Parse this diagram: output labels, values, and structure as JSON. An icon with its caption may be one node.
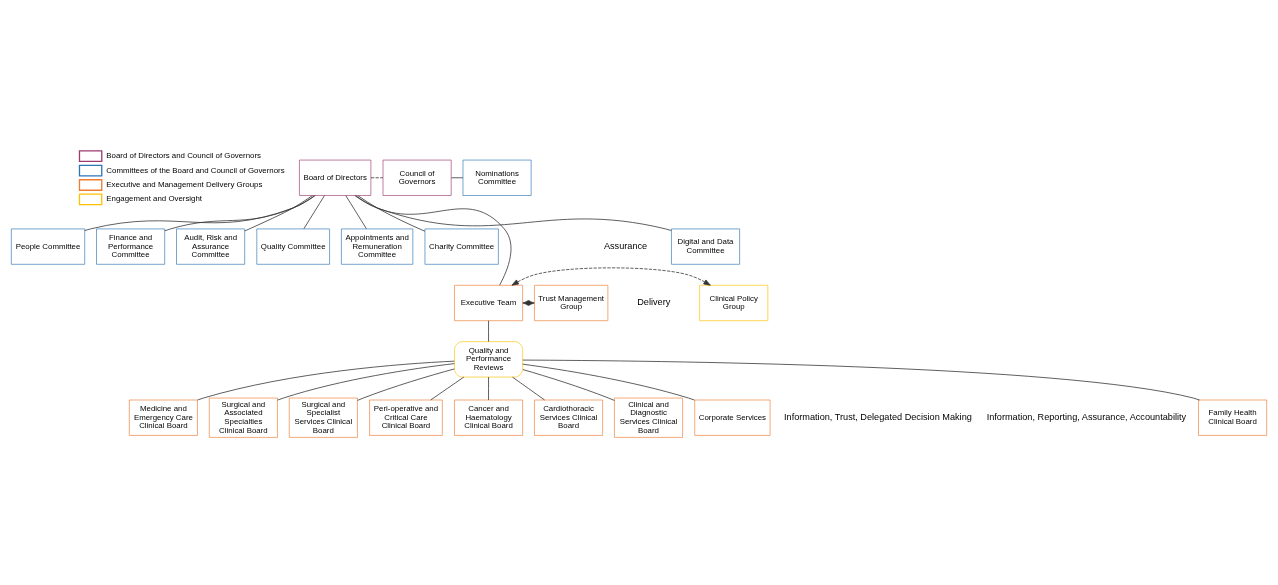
{
  "diagram": {
    "nodes": [
      {
        "text": [
          "Board of Directors"
        ]
      },
      {
        "text": [
          "Council of Governors"
        ]
      },
      {
        "text": [
          "Nominations Committee"
        ]
      },
      {
        "text": [
          "Digital and Data Committee"
        ]
      },
      {
        "text": [
          "People Committee"
        ]
      },
      {
        "text": [
          "Finance and Performance Committee"
        ]
      },
      {
        "text": [
          "Audit, Risk and Assurance Committee"
        ]
      },
      {
        "text": [
          "Quality Committee"
        ]
      },
      {
        "text": [
          "Appointments and Remuneration Committee"
        ]
      },
      {
        "text": [
          "Charity Committee"
        ]
      },
      {
        "text": [
          "Executive Team"
        ]
      },
      {
        "text": [
          "Clinical Policy Group"
        ]
      },
      {
        "text": [
          "Trust Management Group"
        ]
      },
      {
        "text": [
          "Quality and Performance Reviews"
        ]
      },
      {
        "text": [
          "Family Health Clinical Board"
        ]
      },
      {
        "text": [
          "Medicine and Emergency Care Clinical Board"
        ]
      },
      {
        "text": [
          "Surgical and Associated Specialties Clinical Board"
        ]
      },
      {
        "text": [
          "Surgical and Specialist Services Clinical Board"
        ]
      },
      {
        "text": [
          "Peri-operative and Critical Care Clinical Board"
        ]
      },
      {
        "text": [
          "Cancer and Haematology Clinical Board"
        ]
      },
      {
        "text": [
          "Cardiothoracic Services Clinical Board"
        ]
      },
      {
        "text": [
          "Clinical and Diagnostic Services Clinical Board"
        ]
      },
      {
        "text": [
          "Corporate Services"
        ]
      }
    ],
    "edges": [
      {
        "from": 0,
        "to": 1,
        "arrow": "none",
        "style": "dashed"
      },
      {
        "from": 1,
        "to": 2,
        "arrow": "none"
      },
      {
        "from": 0,
        "to": 3,
        "arrow": "none"
      },
      {
        "from": 0,
        "to": 4,
        "arrow": "none"
      },
      {
        "from": 0,
        "to": 5,
        "arrow": "none"
      },
      {
        "from": 0,
        "to": 6,
        "arrow": "none"
      },
      {
        "from": 0,
        "to": 7,
        "arrow": "none"
      },
      {
        "from": 0,
        "to": 8,
        "arrow": "none"
      },
      {
        "from": 0,
        "to": 9,
        "arrow": "none"
      },
      {
        "from": 0,
        "to": 10,
        "arrow": "none"
      },
      {
        "from": 10,
        "to": 11,
        "arrow": "both",
        "style": "dashed"
      },
      {
        "from": 10,
        "to": 12,
        "arrow": "both"
      },
      {
        "from": 10,
        "to": 13,
        "arrow": "none"
      },
      {
        "from": 13,
        "to": 14,
        "arrow": "none"
      },
      {
        "from": 13,
        "to": 15,
        "arrow": "none"
      },
      {
        "from": 13,
        "to": 16,
        "arrow": "none"
      },
      {
        "from": 13,
        "to": 17,
        "arrow": "none"
      },
      {
        "from": 13,
        "to": 18,
        "arrow": "none"
      },
      {
        "from": 13,
        "to": 19,
        "arrow": "none"
      },
      {
        "from": 13,
        "to": 20,
        "arrow": "none"
      },
      {
        "from": 13,
        "to": 21,
        "arrow": "none"
      },
      {
        "from": 13,
        "to": 22,
        "arrow": "none"
      }
    ],
    "labels": [
      "Information, Reporting, Assurance, Accountability",
      "Assurance",
      "Delivery",
      "Information, Trust, Delegated Decision Making"
    ],
    "legend": [
      {
        "text": "Board of Directors and Council of Governors",
        "color": "#9e3a6e"
      },
      {
        "text": "Committees of the Board and Council of Governors",
        "color": "#2e75b6"
      },
      {
        "text": "Executive and Management Delivery Groups",
        "color": "#ed7d31"
      },
      {
        "text": "Engagement and Oversight",
        "color": "#ffc000"
      }
    ]
  }
}
